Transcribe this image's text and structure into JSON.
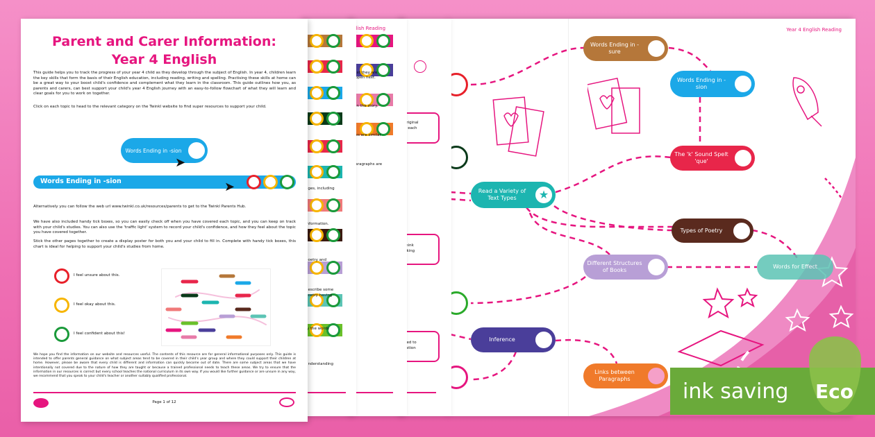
{
  "main_page": {
    "title_line1": "Parent and Carer Information:",
    "title_line2": "Year 4 English",
    "intro": "This guide helps you to track the progress of your year 4 child as they develop through the subject of English. In year 4, children learn the key skills that form the basis of their English education, including reading, writing and spelling. Practising these skills at home can be a great way to your boost child's confidence and complement what they learn in the classroom. This guide outlines how you, as parents and carers, can best support your child's year 4 English journey with an easy-to-follow flowchart of what they will learn and clear goals for you to work on together.",
    "click_text": "Click on each topic to head to the relevant category on the Twinkl website to find super resources to support your child.",
    "example_pill": "Words Ending in -sion",
    "example_bar": "Words Ending in -sion",
    "alt_text": "Alternatively you can follow the web url www.twinkl.co.uk/resources/parents to get to the Twinkl Parents Hub.",
    "tick_text": "We have also included handy tick boxes, so you can easily check off when you have covered each topic, and you can keep on track with your child's studies. You can also use the 'traffic light' system to record your child's confidence, and how they feel about the topic you have covered together.",
    "stick_text": "Stick the other pages together to create a display poster for both you and your child to fill in. Complete with handy tick boxes, this chart is ideal for helping to support your child's studies from home.",
    "legend": [
      {
        "label": "I feel unsure about this.",
        "color": "#e8202a"
      },
      {
        "label": "I feel okay about this.",
        "color": "#f7b500"
      },
      {
        "label": "I feel confident about this!",
        "color": "#1a9a3a"
      }
    ],
    "disclaimer": "We hope you find the information on our website and resources useful. The contents of this resource are for general informational purposes only. This guide is intended to offer parents general guidance on what subject areas tend to be covered in their child's year group and where they could support their children at home. However, please be aware that every child is different and information can quickly become out of date. There are some subject areas that we have intentionally not covered due to the nature of how they are taught or because a trained professional needs to teach these areas. We try to ensure that the information in our resources is correct but every school teaches the national curriculum in its own way. If you would like further guidance or are unsure in any way, we recommend that you speak to your child's teacher or another suitably qualified professional.",
    "page_number": "Page 1 of 12"
  },
  "strip1_fragments": [
    "ages, including",
    "information.",
    "poetry and",
    "describe some",
    "poetry having",
    "fy the words",
    "understanding"
  ],
  "strip2": {
    "header": "glish Reading",
    "fragments": [
      "text they are",
      "appen next.",
      "t in the story.",
      "ites are similar",
      "paragraphs are"
    ]
  },
  "strip3_fragments": [
    "original",
    "g each",
    "think",
    "nking",
    "ded to",
    "estion"
  ],
  "right_page": {
    "header": "Year 4 English Reading",
    "nodes": [
      {
        "label": "Words Ending in -sure",
        "color": "#b5773a"
      },
      {
        "label": "Words Ending in -sion",
        "color": "#1ba8e8"
      },
      {
        "label": "The 'k' Sound Spelt 'que'",
        "color": "#e8264a"
      },
      {
        "label": "Read a Variety of Text Types",
        "color": "#1cb5b0"
      },
      {
        "label": "Types of Poetry",
        "color": "#5a2a1e"
      },
      {
        "label": "Different Structures of Books",
        "color": "#b89fd6"
      },
      {
        "label": "Words for Effect",
        "color": "#5cc4b5"
      },
      {
        "label": "Inference",
        "color": "#4a3e9a"
      },
      {
        "label": "Links between Paragraphs",
        "color": "#f07a2a"
      }
    ]
  },
  "badge": {
    "text": "ink saving",
    "eco": "Eco",
    "color": "#6aaa3a"
  },
  "colors": {
    "accent": "#e6157f",
    "background": "#ef70b4"
  }
}
